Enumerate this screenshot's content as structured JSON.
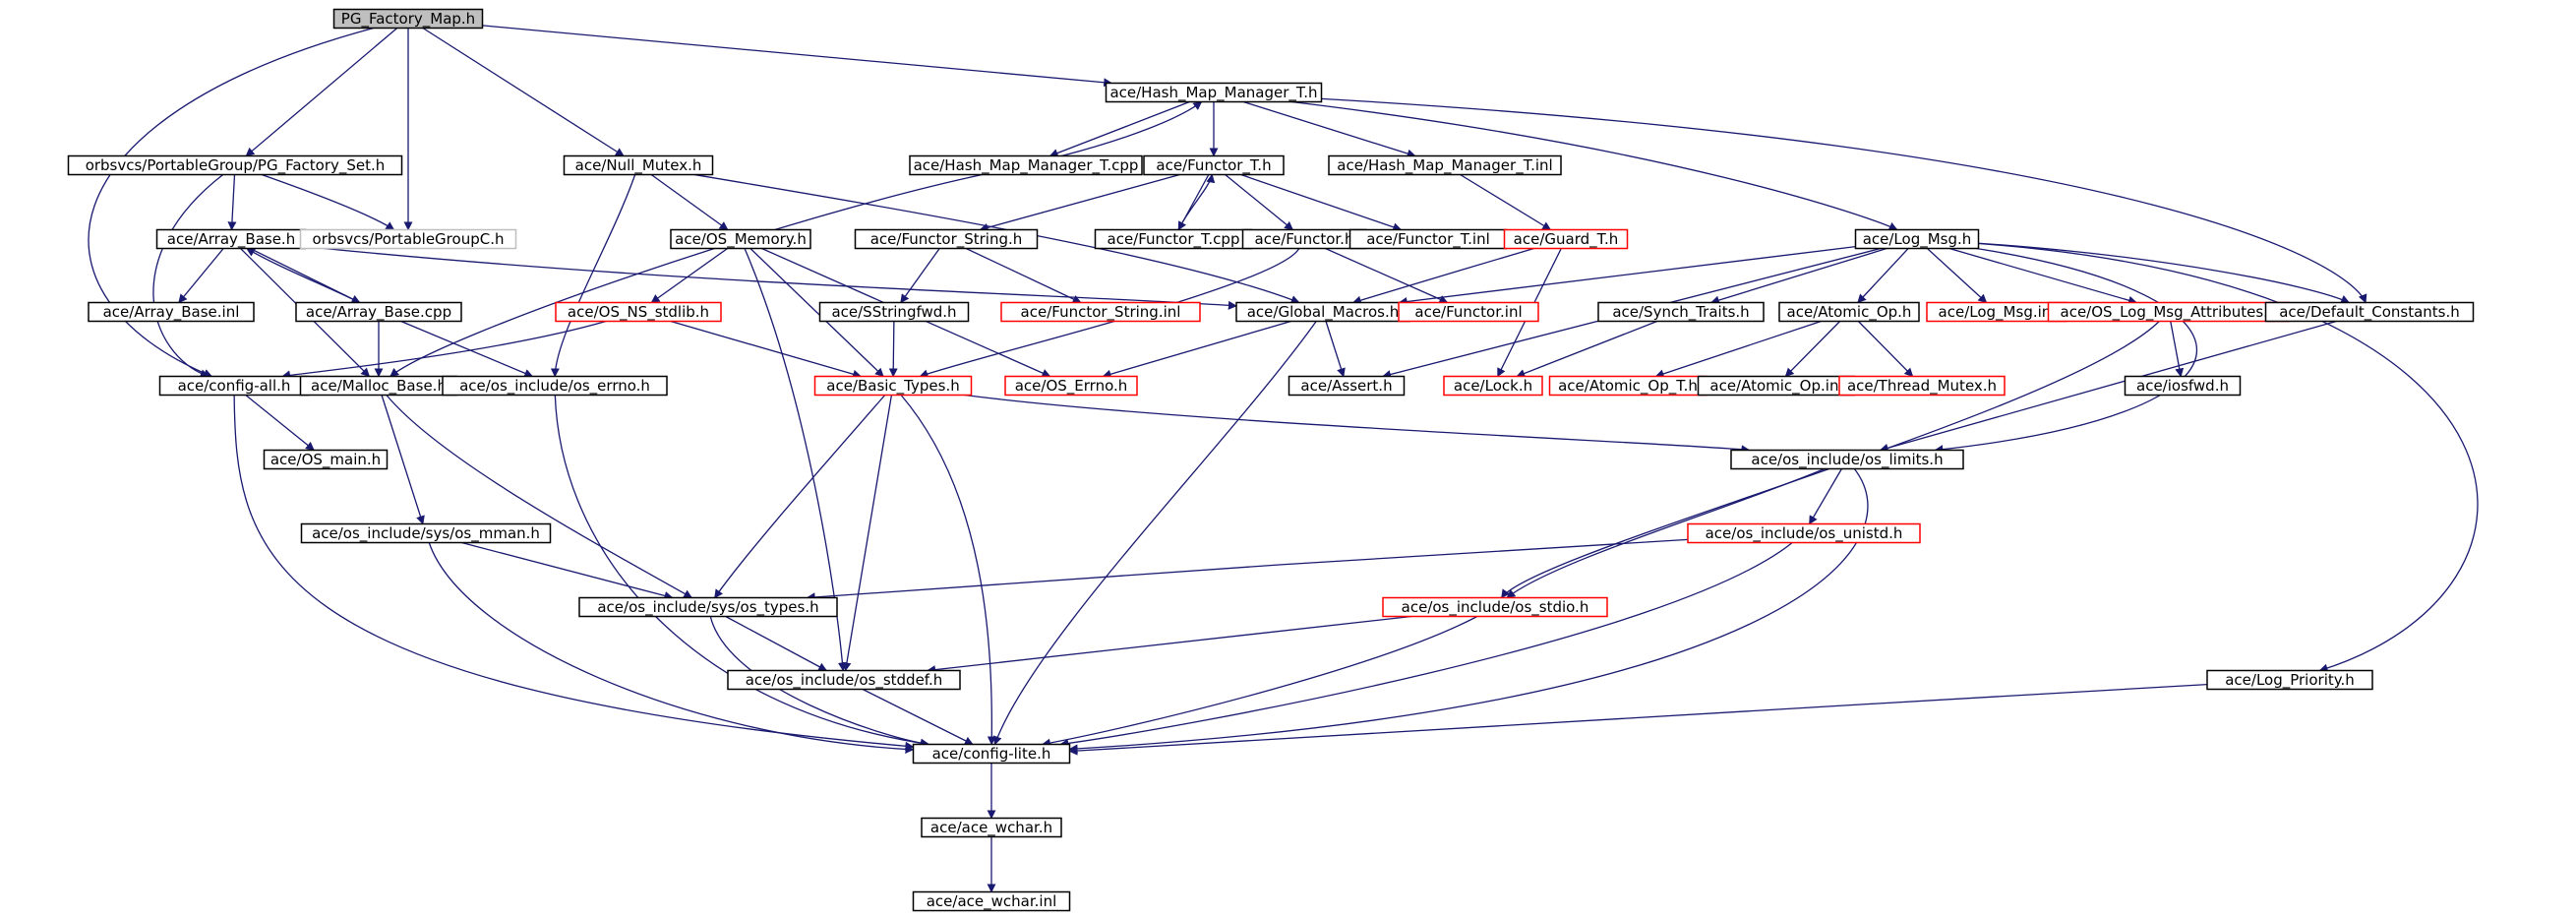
{
  "diagram": {
    "colors": {
      "edge": "#191970",
      "root_fill": "#bfbfbf",
      "box_black": "#000000",
      "box_red": "#ff0000",
      "box_gray": "#bfbfbf"
    },
    "nodes": [
      {
        "id": "pg_factory_map",
        "label": "PG_Factory_Map.h",
        "style": "root"
      },
      {
        "id": "hash_map_manager_t_h",
        "label": "ace/Hash_Map_Manager_T.h",
        "style": "black"
      },
      {
        "id": "pg_factory_set",
        "label": "orbsvcs/PortableGroup/PG_Factory_Set.h",
        "style": "black"
      },
      {
        "id": "null_mutex",
        "label": "ace/Null_Mutex.h",
        "style": "black"
      },
      {
        "id": "hash_map_manager_t_cpp",
        "label": "ace/Hash_Map_Manager_T.cpp",
        "style": "black"
      },
      {
        "id": "functor_t_h",
        "label": "ace/Functor_T.h",
        "style": "black"
      },
      {
        "id": "hash_map_manager_t_inl",
        "label": "ace/Hash_Map_Manager_T.inl",
        "style": "black"
      },
      {
        "id": "array_base_h",
        "label": "ace/Array_Base.h",
        "style": "black"
      },
      {
        "id": "portablegroupc",
        "label": "orbsvcs/PortableGroupC.h",
        "style": "gray"
      },
      {
        "id": "os_memory",
        "label": "ace/OS_Memory.h",
        "style": "black"
      },
      {
        "id": "functor_string_h",
        "label": "ace/Functor_String.h",
        "style": "black"
      },
      {
        "id": "functor_t_cpp",
        "label": "ace/Functor_T.cpp",
        "style": "black"
      },
      {
        "id": "functor_h",
        "label": "ace/Functor.h",
        "style": "black"
      },
      {
        "id": "functor_t_inl",
        "label": "ace/Functor_T.inl",
        "style": "black"
      },
      {
        "id": "guard_t",
        "label": "ace/Guard_T.h",
        "style": "red"
      },
      {
        "id": "log_msg_h",
        "label": "ace/Log_Msg.h",
        "style": "black"
      },
      {
        "id": "array_base_inl",
        "label": "ace/Array_Base.inl",
        "style": "black"
      },
      {
        "id": "array_base_cpp",
        "label": "ace/Array_Base.cpp",
        "style": "black"
      },
      {
        "id": "os_ns_stdlib",
        "label": "ace/OS_NS_stdlib.h",
        "style": "red"
      },
      {
        "id": "sstringfwd",
        "label": "ace/SStringfwd.h",
        "style": "black"
      },
      {
        "id": "functor_string_inl",
        "label": "ace/Functor_String.inl",
        "style": "red"
      },
      {
        "id": "global_macros",
        "label": "ace/Global_Macros.h",
        "style": "black"
      },
      {
        "id": "functor_inl",
        "label": "ace/Functor.inl",
        "style": "red"
      },
      {
        "id": "synch_traits",
        "label": "ace/Synch_Traits.h",
        "style": "black"
      },
      {
        "id": "atomic_op_h",
        "label": "ace/Atomic_Op.h",
        "style": "black"
      },
      {
        "id": "log_msg_inl",
        "label": "ace/Log_Msg.inl",
        "style": "red"
      },
      {
        "id": "os_log_msg_attr",
        "label": "ace/OS_Log_Msg_Attributes.h",
        "style": "red"
      },
      {
        "id": "default_constants",
        "label": "ace/Default_Constants.h",
        "style": "black"
      },
      {
        "id": "config_all",
        "label": "ace/config-all.h",
        "style": "black"
      },
      {
        "id": "malloc_base",
        "label": "ace/Malloc_Base.h",
        "style": "black"
      },
      {
        "id": "os_errno_include",
        "label": "ace/os_include/os_errno.h",
        "style": "black"
      },
      {
        "id": "basic_types",
        "label": "ace/Basic_Types.h",
        "style": "red"
      },
      {
        "id": "os_errno_h",
        "label": "ace/OS_Errno.h",
        "style": "red"
      },
      {
        "id": "assert_h",
        "label": "ace/Assert.h",
        "style": "black"
      },
      {
        "id": "lock_h",
        "label": "ace/Lock.h",
        "style": "red"
      },
      {
        "id": "atomic_op_t",
        "label": "ace/Atomic_Op_T.h",
        "style": "red"
      },
      {
        "id": "atomic_op_inl",
        "label": "ace/Atomic_Op.inl",
        "style": "black"
      },
      {
        "id": "thread_mutex",
        "label": "ace/Thread_Mutex.h",
        "style": "red"
      },
      {
        "id": "iosfwd",
        "label": "ace/iosfwd.h",
        "style": "black"
      },
      {
        "id": "os_main",
        "label": "ace/OS_main.h",
        "style": "black"
      },
      {
        "id": "os_limits",
        "label": "ace/os_include/os_limits.h",
        "style": "black"
      },
      {
        "id": "os_mman",
        "label": "ace/os_include/sys/os_mman.h",
        "style": "black"
      },
      {
        "id": "os_unistd",
        "label": "ace/os_include/os_unistd.h",
        "style": "red"
      },
      {
        "id": "os_types",
        "label": "ace/os_include/sys/os_types.h",
        "style": "black"
      },
      {
        "id": "os_stdio",
        "label": "ace/os_include/os_stdio.h",
        "style": "red"
      },
      {
        "id": "os_stddef",
        "label": "ace/os_include/os_stddef.h",
        "style": "black"
      },
      {
        "id": "log_priority",
        "label": "ace/Log_Priority.h",
        "style": "black"
      },
      {
        "id": "config_lite",
        "label": "ace/config-lite.h",
        "style": "black"
      },
      {
        "id": "ace_wchar_h",
        "label": "ace/ace_wchar.h",
        "style": "black"
      },
      {
        "id": "ace_wchar_inl",
        "label": "ace/ace_wchar.inl",
        "style": "black"
      }
    ],
    "edges": [
      [
        "pg_factory_map",
        "hash_map_manager_t_h"
      ],
      [
        "pg_factory_map",
        "pg_factory_set"
      ],
      [
        "pg_factory_map",
        "null_mutex"
      ],
      [
        "pg_factory_map",
        "portablegroupc"
      ],
      [
        "pg_factory_map",
        "config_all"
      ],
      [
        "hash_map_manager_t_h",
        "hash_map_manager_t_cpp"
      ],
      [
        "hash_map_manager_t_cpp",
        "hash_map_manager_t_h"
      ],
      [
        "hash_map_manager_t_h",
        "functor_t_h"
      ],
      [
        "hash_map_manager_t_h",
        "hash_map_manager_t_inl"
      ],
      [
        "hash_map_manager_t_h",
        "log_msg_h"
      ],
      [
        "hash_map_manager_t_h",
        "default_constants"
      ],
      [
        "hash_map_manager_t_cpp",
        "malloc_base"
      ],
      [
        "hash_map_manager_t_inl",
        "guard_t"
      ],
      [
        "pg_factory_set",
        "array_base_h"
      ],
      [
        "pg_factory_set",
        "portablegroupc"
      ],
      [
        "pg_factory_set",
        "config_all"
      ],
      [
        "null_mutex",
        "os_memory"
      ],
      [
        "null_mutex",
        "global_macros"
      ],
      [
        "null_mutex",
        "os_errno_include"
      ],
      [
        "functor_t_h",
        "functor_string_h"
      ],
      [
        "functor_t_h",
        "functor_t_cpp"
      ],
      [
        "functor_t_cpp",
        "functor_t_h"
      ],
      [
        "functor_t_h",
        "functor_h"
      ],
      [
        "functor_t_h",
        "functor_t_inl"
      ],
      [
        "array_base_h",
        "array_base_inl"
      ],
      [
        "array_base_h",
        "array_base_cpp"
      ],
      [
        "array_base_cpp",
        "array_base_h"
      ],
      [
        "array_base_h",
        "malloc_base"
      ],
      [
        "array_base_h",
        "global_macros"
      ],
      [
        "array_base_cpp",
        "malloc_base"
      ],
      [
        "array_base_cpp",
        "os_errno_include"
      ],
      [
        "os_memory",
        "os_ns_stdlib"
      ],
      [
        "os_memory",
        "basic_types"
      ],
      [
        "os_memory",
        "os_errno_h"
      ],
      [
        "os_memory",
        "os_stddef"
      ],
      [
        "functor_string_h",
        "sstringfwd"
      ],
      [
        "functor_string_h",
        "functor_string_inl"
      ],
      [
        "sstringfwd",
        "basic_types"
      ],
      [
        "functor_h",
        "basic_types"
      ],
      [
        "functor_h",
        "functor_inl"
      ],
      [
        "guard_t",
        "global_macros"
      ],
      [
        "guard_t",
        "lock_h"
      ],
      [
        "log_msg_h",
        "global_macros"
      ],
      [
        "log_msg_h",
        "assert_h"
      ],
      [
        "log_msg_h",
        "synch_traits"
      ],
      [
        "log_msg_h",
        "atomic_op_h"
      ],
      [
        "log_msg_h",
        "log_msg_inl"
      ],
      [
        "log_msg_h",
        "os_log_msg_attr"
      ],
      [
        "log_msg_h",
        "default_constants"
      ],
      [
        "log_msg_h",
        "os_limits"
      ],
      [
        "log_msg_h",
        "log_priority"
      ],
      [
        "os_ns_stdlib",
        "config_all"
      ],
      [
        "os_ns_stdlib",
        "basic_types"
      ],
      [
        "global_macros",
        "assert_h"
      ],
      [
        "global_macros",
        "os_errno_h"
      ],
      [
        "global_macros",
        "config_lite"
      ],
      [
        "synch_traits",
        "lock_h"
      ],
      [
        "atomic_op_h",
        "atomic_op_t"
      ],
      [
        "atomic_op_h",
        "atomic_op_inl"
      ],
      [
        "atomic_op_h",
        "thread_mutex"
      ],
      [
        "os_log_msg_attr",
        "iosfwd"
      ],
      [
        "os_log_msg_attr",
        "os_stdio"
      ],
      [
        "default_constants",
        "os_limits"
      ],
      [
        "config_all",
        "os_main"
      ],
      [
        "config_all",
        "config_lite"
      ],
      [
        "malloc_base",
        "os_mman"
      ],
      [
        "malloc_base",
        "os_types"
      ],
      [
        "os_errno_include",
        "config_lite"
      ],
      [
        "basic_types",
        "os_types"
      ],
      [
        "basic_types",
        "os_stddef"
      ],
      [
        "basic_types",
        "config_lite"
      ],
      [
        "basic_types",
        "os_limits"
      ],
      [
        "os_limits",
        "os_unistd"
      ],
      [
        "os_limits",
        "os_stdio"
      ],
      [
        "os_limits",
        "config_lite"
      ],
      [
        "os_mman",
        "os_types"
      ],
      [
        "os_mman",
        "config_lite"
      ],
      [
        "os_unistd",
        "os_types"
      ],
      [
        "os_unistd",
        "config_lite"
      ],
      [
        "os_types",
        "os_stddef"
      ],
      [
        "os_types",
        "config_lite"
      ],
      [
        "os_stdio",
        "os_stddef"
      ],
      [
        "os_stdio",
        "config_lite"
      ],
      [
        "os_stddef",
        "config_lite"
      ],
      [
        "log_priority",
        "config_lite"
      ],
      [
        "config_lite",
        "ace_wchar_h"
      ],
      [
        "ace_wchar_h",
        "ace_wchar_inl"
      ]
    ]
  }
}
